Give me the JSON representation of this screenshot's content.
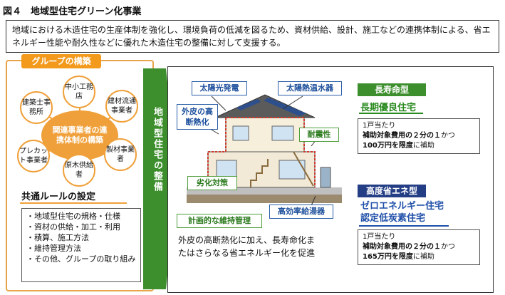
{
  "figure_title": "図４　地域型住宅グリーン化事業",
  "lead_text": "地域における木造住宅の生産体制を強化し、環境負荷の低減を図るため、資材供給、設計、施工などの連携体制による、省エネルギー性能や耐久性などに優れた木造住宅の整備に対して支援する。",
  "group": {
    "title": "グループの構築",
    "hub": "関連事業者の連携体制の構築",
    "nodes": {
      "small_builder": "中小工務店",
      "material_distributor": "建材流通事業者",
      "lumber": "製材事業者",
      "raw_wood": "原木供給者",
      "precut": "プレカット事業者",
      "architect": "建築士事務所"
    }
  },
  "rules": {
    "title": "共通ルールの設定",
    "items": [
      "・地域型住宅の規格・仕様",
      "・資材の供給・加工・利用",
      "・積算、施工方法",
      "・維持管理方法",
      "・その他、グループの取り組み"
    ]
  },
  "arrow_label": "地域型住宅の整備",
  "house_labels": {
    "solar_power": "太陽光発電",
    "solar_heat": "太陽熱温水器",
    "insulation": "外皮の高断熱化",
    "seismic": "耐震性",
    "deterioration": "劣化対策",
    "water_heater": "高効率給湯器",
    "maintenance": "計画的な維持管理"
  },
  "long_life": {
    "tag": "長寿命型",
    "heading": "長期優良住宅",
    "per_unit": "1戸当たり",
    "line1_bold": "補助対象費用の２分の１",
    "line1_suffix": "かつ",
    "line2_bold": "100万円を限度",
    "line2_suffix": "に補助"
  },
  "energy": {
    "tag": "高度省エネ型",
    "heading1": "ゼロエネルギー住宅",
    "heading2": "認定低炭素住宅",
    "per_unit": "1戸当たり",
    "line1_bold": "補助対象費用の２分の１",
    "line1_suffix": "かつ",
    "line2_bold": "165万円を限度",
    "line2_suffix": "に補助"
  },
  "bottom_text": "外皮の高断熱化に加え、長寿命化またはさらなる省エネルギー化を促進",
  "colors": {
    "orange": "#f0a03a",
    "green_arrow": "#3c8f2c",
    "navy": "#243e85",
    "blue_text": "#1f4fa8",
    "green_text": "#2a8a1f"
  }
}
